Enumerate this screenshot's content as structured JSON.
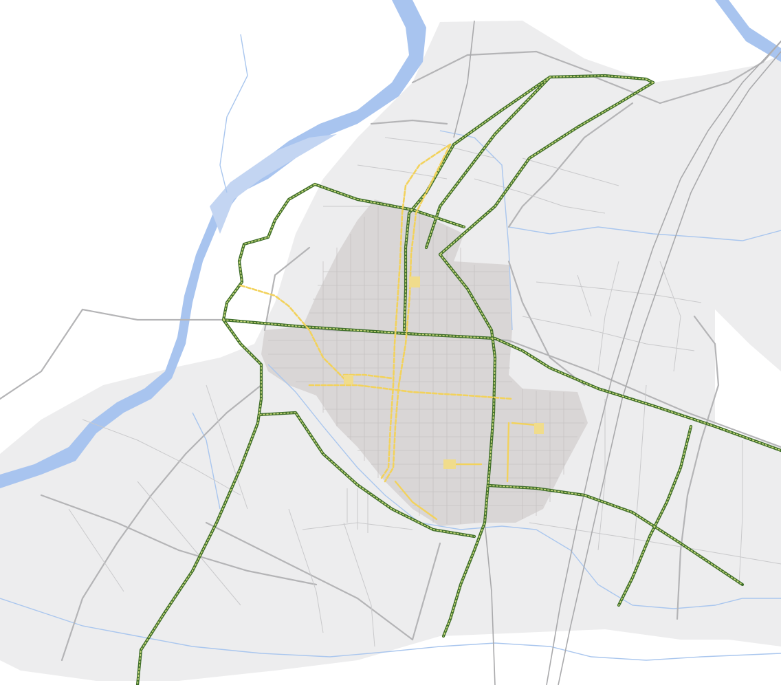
{
  "map": {
    "colors": {
      "background": "#ffffff",
      "urban_area": "#ededee",
      "central_district": "#d9d6d6",
      "river": "#a8c4ef",
      "stream": "#a9c6ee",
      "road_major": "#b4b4b6",
      "road_minor": "#c9c9cb",
      "railway": "#a9a9ab",
      "green_corridor": "#3f6e2a",
      "green_corridor_dash": "#c9d97a",
      "yellow_corridor": "#f2d25c",
      "yellow_block": "#f0dc8c"
    },
    "icons": {
      "urban_area": "urban-area-fill",
      "central_district": "central-district-fill",
      "river": "river-shape",
      "green_corridor": "dotted-green-line",
      "yellow_corridor": "dashed-yellow-line",
      "yellow_block": "yellow-square"
    }
  }
}
